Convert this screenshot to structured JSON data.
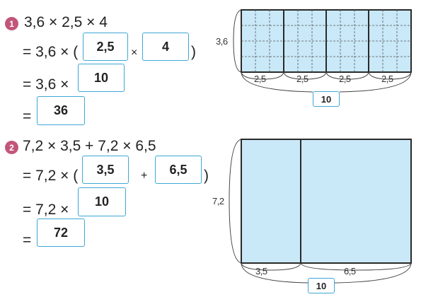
{
  "ex1": {
    "badge": "1",
    "expr": "3,6 × 2,5 × 4",
    "l2_prefix": "= 3,6 × (",
    "l2_a": "2,5",
    "l2_op": "×",
    "l2_b": "4",
    "l2_close": ")",
    "l3_prefix": "= 3,6 ×",
    "l3_val": "10",
    "l4_prefix": "=",
    "l4_val": "36",
    "fig": {
      "side": "3,6",
      "segments": [
        "2,5",
        "2,5",
        "2,5",
        "2,5"
      ],
      "total": "10"
    }
  },
  "ex2": {
    "badge": "2",
    "expr": "7,2 × 3,5 + 7,2 × 6,5",
    "l2_prefix": "= 7,2 × (",
    "l2_a": "3,5",
    "l2_op": "+",
    "l2_b": "6,5",
    "l2_close": ")",
    "l3_prefix": "= 7,2 ×",
    "l3_val": "10",
    "l4_prefix": "=",
    "l4_val": "72",
    "fig": {
      "side": "7,2",
      "segments": [
        "3,5",
        "6,5"
      ],
      "total": "10"
    }
  },
  "colors": {
    "fill": "#c9e8f8",
    "box_border": "#3ea7d6",
    "badge": "#c2557a",
    "grid": "#2a2a2a"
  }
}
